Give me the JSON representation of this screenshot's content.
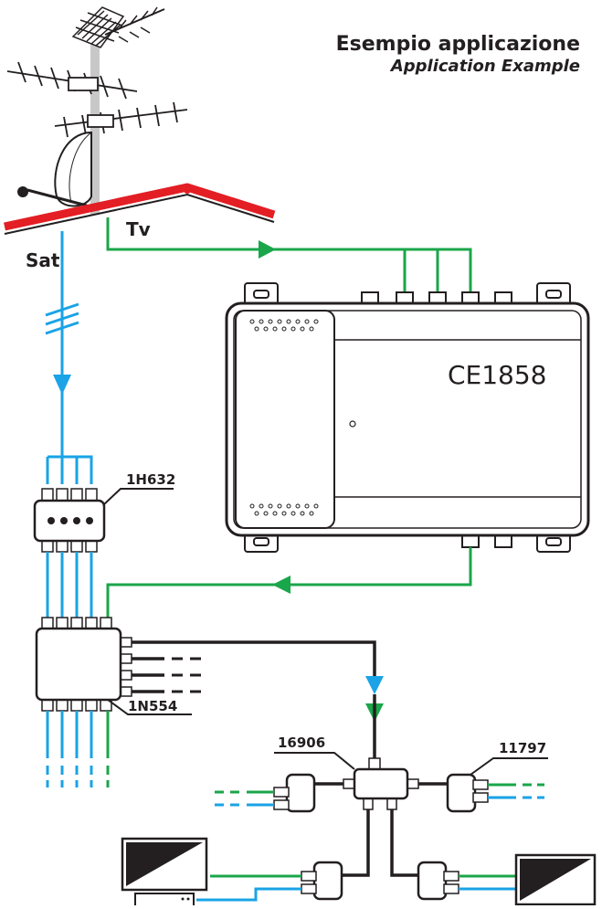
{
  "title": {
    "italian": "Esempio applicazione",
    "english": "Application Example"
  },
  "labels": {
    "tv": "Tv",
    "sat": "Sat",
    "headend": "CE1858",
    "switch": "1H632",
    "multiswitch": "1N554",
    "splitter": "16906",
    "outlet": "11797"
  },
  "colors": {
    "tv_line": "#1aa64a",
    "sat_line": "#1aa3e6",
    "coax": "#231f20",
    "roof": "#e31e24",
    "device_stroke": "#231f20"
  }
}
